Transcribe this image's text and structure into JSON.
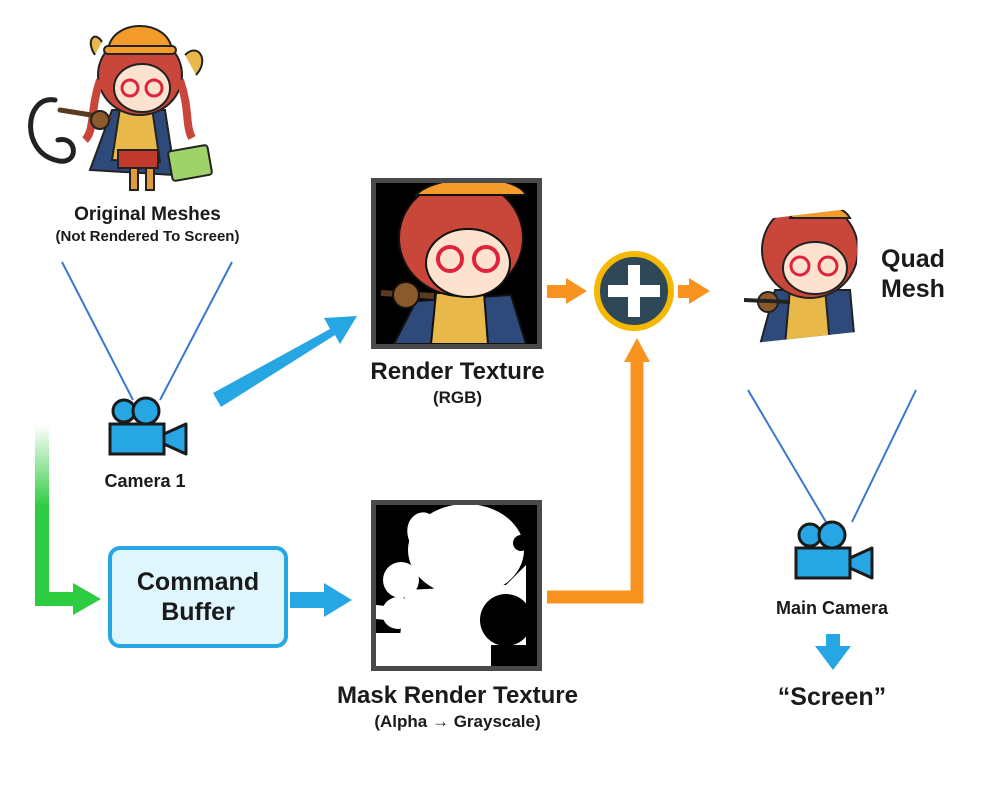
{
  "original_meshes": {
    "title": "Original Meshes",
    "subtitle": "(Not Rendered To Screen)"
  },
  "camera1": {
    "label": "Camera 1",
    "icon": "video-camera-icon"
  },
  "command_buffer": {
    "line1": "Command",
    "line2": "Buffer"
  },
  "render_texture": {
    "title": "Render Texture",
    "subtitle": "(RGB)"
  },
  "mask_render_texture": {
    "title": "Mask Render Texture",
    "subtitle": "(Alpha → Grayscale)"
  },
  "combine": {
    "icon": "plus-icon"
  },
  "quad_mesh": {
    "line1": "Quad",
    "line2": "Mesh"
  },
  "main_camera": {
    "label": "Main Camera",
    "icon": "video-camera-icon"
  },
  "screen": {
    "label": "“Screen”"
  },
  "colors": {
    "blue": "#27a6e4",
    "orange": "#f7931e",
    "green": "#2ecc40",
    "camera": "#27a6e4",
    "plus_ring": "#f5b800",
    "plus_fill": "#2f4858"
  }
}
